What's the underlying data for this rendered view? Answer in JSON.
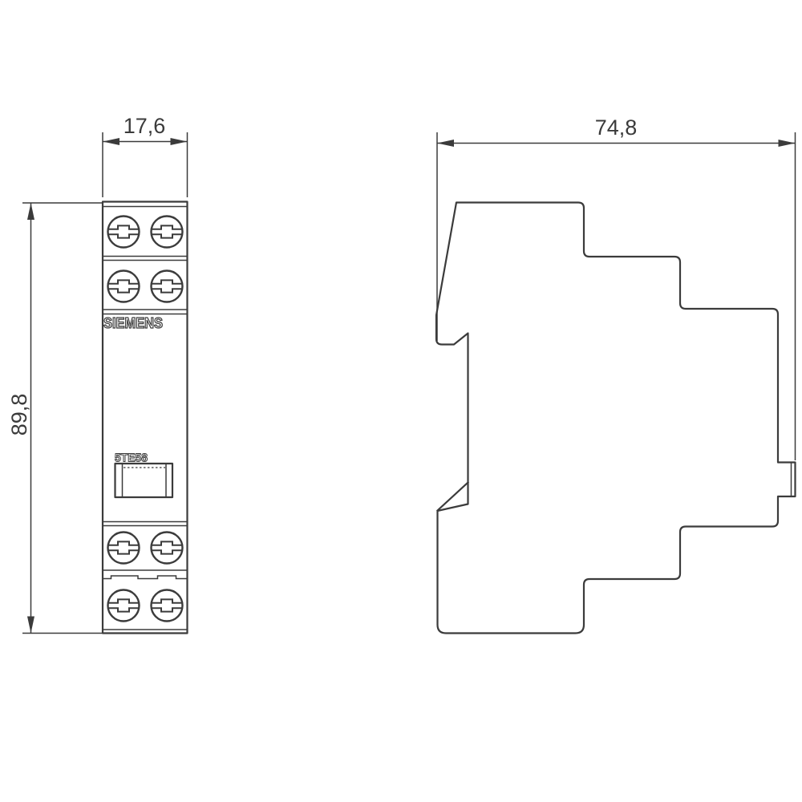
{
  "colors": {
    "line": "#3b3b3b",
    "background": "#ffffff"
  },
  "front_view": {
    "brand": "SIEMENS",
    "model": "5TE58",
    "width_mm": "17,6",
    "height_mm": "89,8"
  },
  "side_view": {
    "depth_mm": "74,8"
  }
}
